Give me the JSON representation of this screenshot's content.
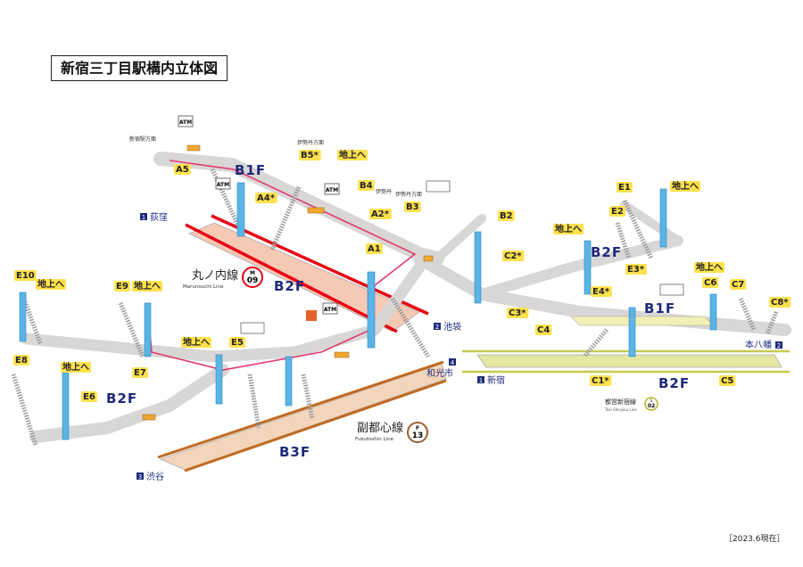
{
  "title": "新宿三丁目駅構内立体図",
  "footer": "［2023.6現在］",
  "floors": [
    "B1F",
    "B2F",
    "B2F",
    "B1F",
    "B2F",
    "B2F",
    "B3F"
  ],
  "exits": [
    "A5",
    "B5*",
    "地上へ",
    "B4",
    "A4*",
    "A2*",
    "B3",
    "A1",
    "B2",
    "C2*",
    "E1",
    "地上へ",
    "E2",
    "地上へ",
    "E3*",
    "E4*",
    "地上へ",
    "C6",
    "C7",
    "C8*",
    "C3*",
    "C4",
    "C1*",
    "C5",
    "E10",
    "地上へ",
    "E9",
    "地上へ",
    "地上へ",
    "E5",
    "E8",
    "地上へ",
    "E7",
    "E6"
  ],
  "small_labels": [
    "新宿駅方面",
    "伊勢丹方面",
    "伊勢丹",
    "伊勢丹方面"
  ],
  "directions": [
    {
      "num": "1",
      "name": "荻窪"
    },
    {
      "num": "2",
      "name": "池袋"
    },
    {
      "num": "4",
      "name": "和光市"
    },
    {
      "num": "1",
      "name": "新宿"
    },
    {
      "num": "2",
      "name": "本八幡"
    },
    {
      "num": "3",
      "name": "渋谷"
    }
  ],
  "lines": [
    {
      "name": "丸ノ内線",
      "en": "Marunouchi Line",
      "letter": "M",
      "code": "09",
      "color": "#e60012"
    },
    {
      "name": "副都心線",
      "en": "Fukutoshin Line",
      "letter": "F",
      "code": "13",
      "color": "#9c5e31"
    },
    {
      "name": "都営新宿線",
      "en": "Toei Shinjuku Line",
      "letter": "S",
      "code": "02",
      "color": "#b5b52a"
    }
  ],
  "icons": {
    "atm": "ATM"
  }
}
